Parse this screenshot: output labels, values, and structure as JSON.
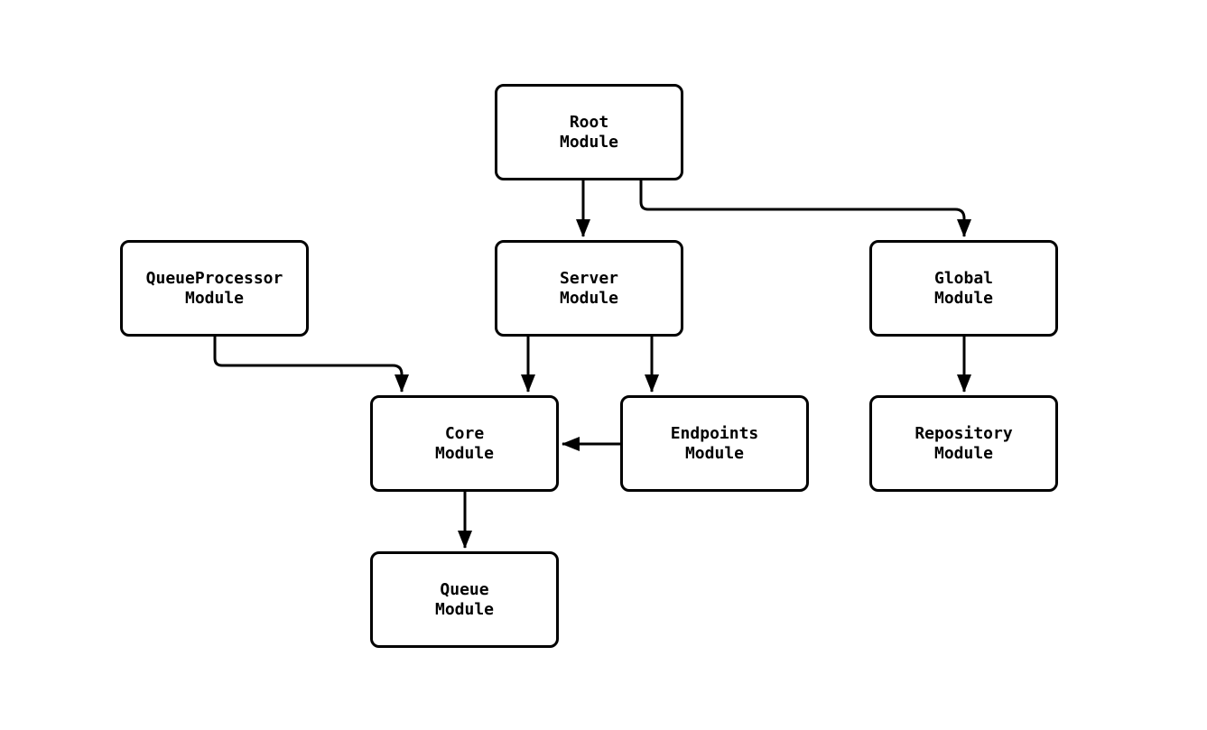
{
  "diagram": {
    "type": "module-dependency-graph",
    "background_color": "#ffffff",
    "node_fill_color": "#ffffff",
    "stroke_color": "#000000",
    "nodes": {
      "root": {
        "label": "Root\nModule"
      },
      "queue_processor": {
        "label": "QueueProcessor\nModule"
      },
      "server": {
        "label": "Server\nModule"
      },
      "global": {
        "label": "Global\nModule"
      },
      "core": {
        "label": "Core\nModule"
      },
      "endpoints": {
        "label": "Endpoints\nModule"
      },
      "repository": {
        "label": "Repository\nModule"
      },
      "queue": {
        "label": "Queue\nModule"
      }
    },
    "edges": [
      {
        "from": "Root Module",
        "to": "Server Module"
      },
      {
        "from": "Root Module",
        "to": "Global Module"
      },
      {
        "from": "QueueProcessor Module",
        "to": "Core Module"
      },
      {
        "from": "Server Module",
        "to": "Core Module"
      },
      {
        "from": "Server Module",
        "to": "Endpoints Module"
      },
      {
        "from": "Endpoints Module",
        "to": "Core Module"
      },
      {
        "from": "Core Module",
        "to": "Queue Module"
      },
      {
        "from": "Global Module",
        "to": "Repository Module"
      }
    ]
  }
}
